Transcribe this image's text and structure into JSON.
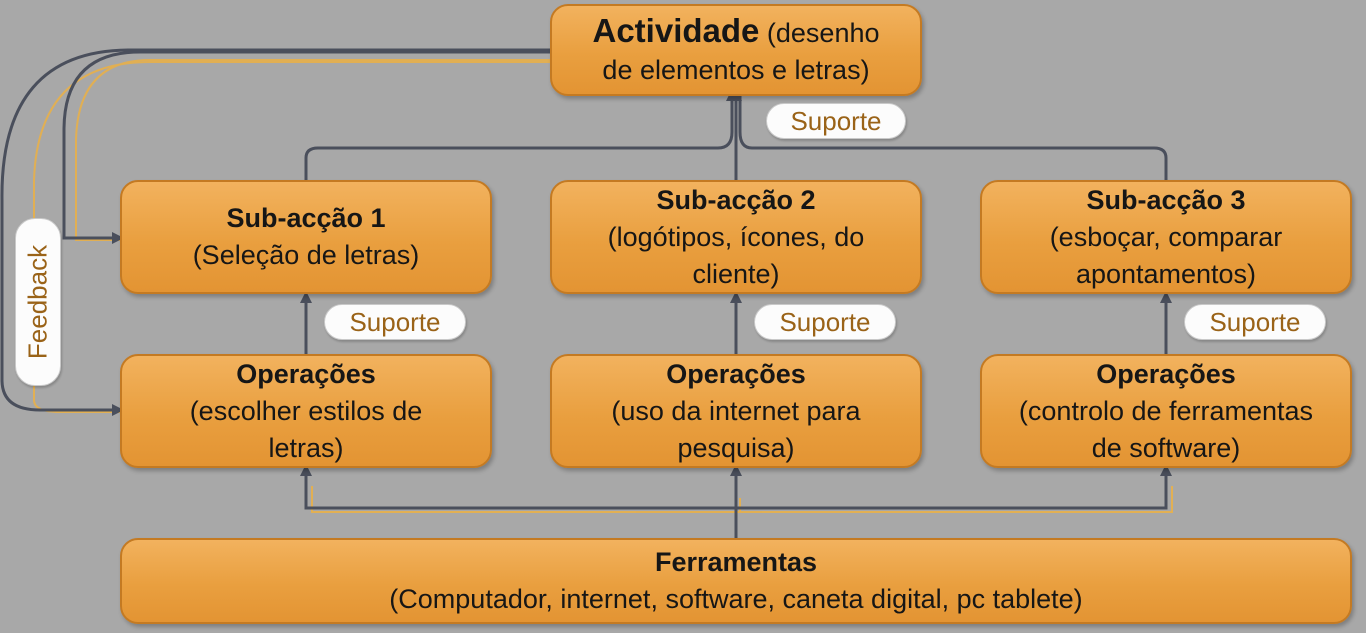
{
  "activity": {
    "title": "Actividade",
    "line1_rest": "(desenho",
    "line2": "de elementos e letras)"
  },
  "subactions": [
    {
      "title": "Sub-acção 1",
      "lines": [
        "(Seleção de letras)"
      ]
    },
    {
      "title": "Sub-acção 2",
      "lines": [
        "(logótipos, ícones, do",
        "cliente)"
      ]
    },
    {
      "title": "Sub-acção 3",
      "lines": [
        "(esboçar, comparar",
        "apontamentos)"
      ]
    }
  ],
  "operations": [
    {
      "title": "Operações",
      "lines": [
        "(escolher estilos de",
        "letras)"
      ]
    },
    {
      "title": "Operações",
      "lines": [
        "(uso da internet para",
        "pesquisa)"
      ]
    },
    {
      "title": "Operações",
      "lines": [
        "(controlo de ferramentas",
        "de software)"
      ]
    }
  ],
  "tools": {
    "title": "Ferramentas",
    "line": "(Computador, internet, software, caneta digital, pc tablete)"
  },
  "support_label": "Suporte",
  "feedback_label": "Feedback",
  "colors": {
    "background": "#a8a8a8",
    "box_fill": "#eba343",
    "box_border": "#c47a22",
    "connector": "#4a4f5c",
    "feedback_line": "#e8b04a",
    "label_text": "#9a6318"
  }
}
